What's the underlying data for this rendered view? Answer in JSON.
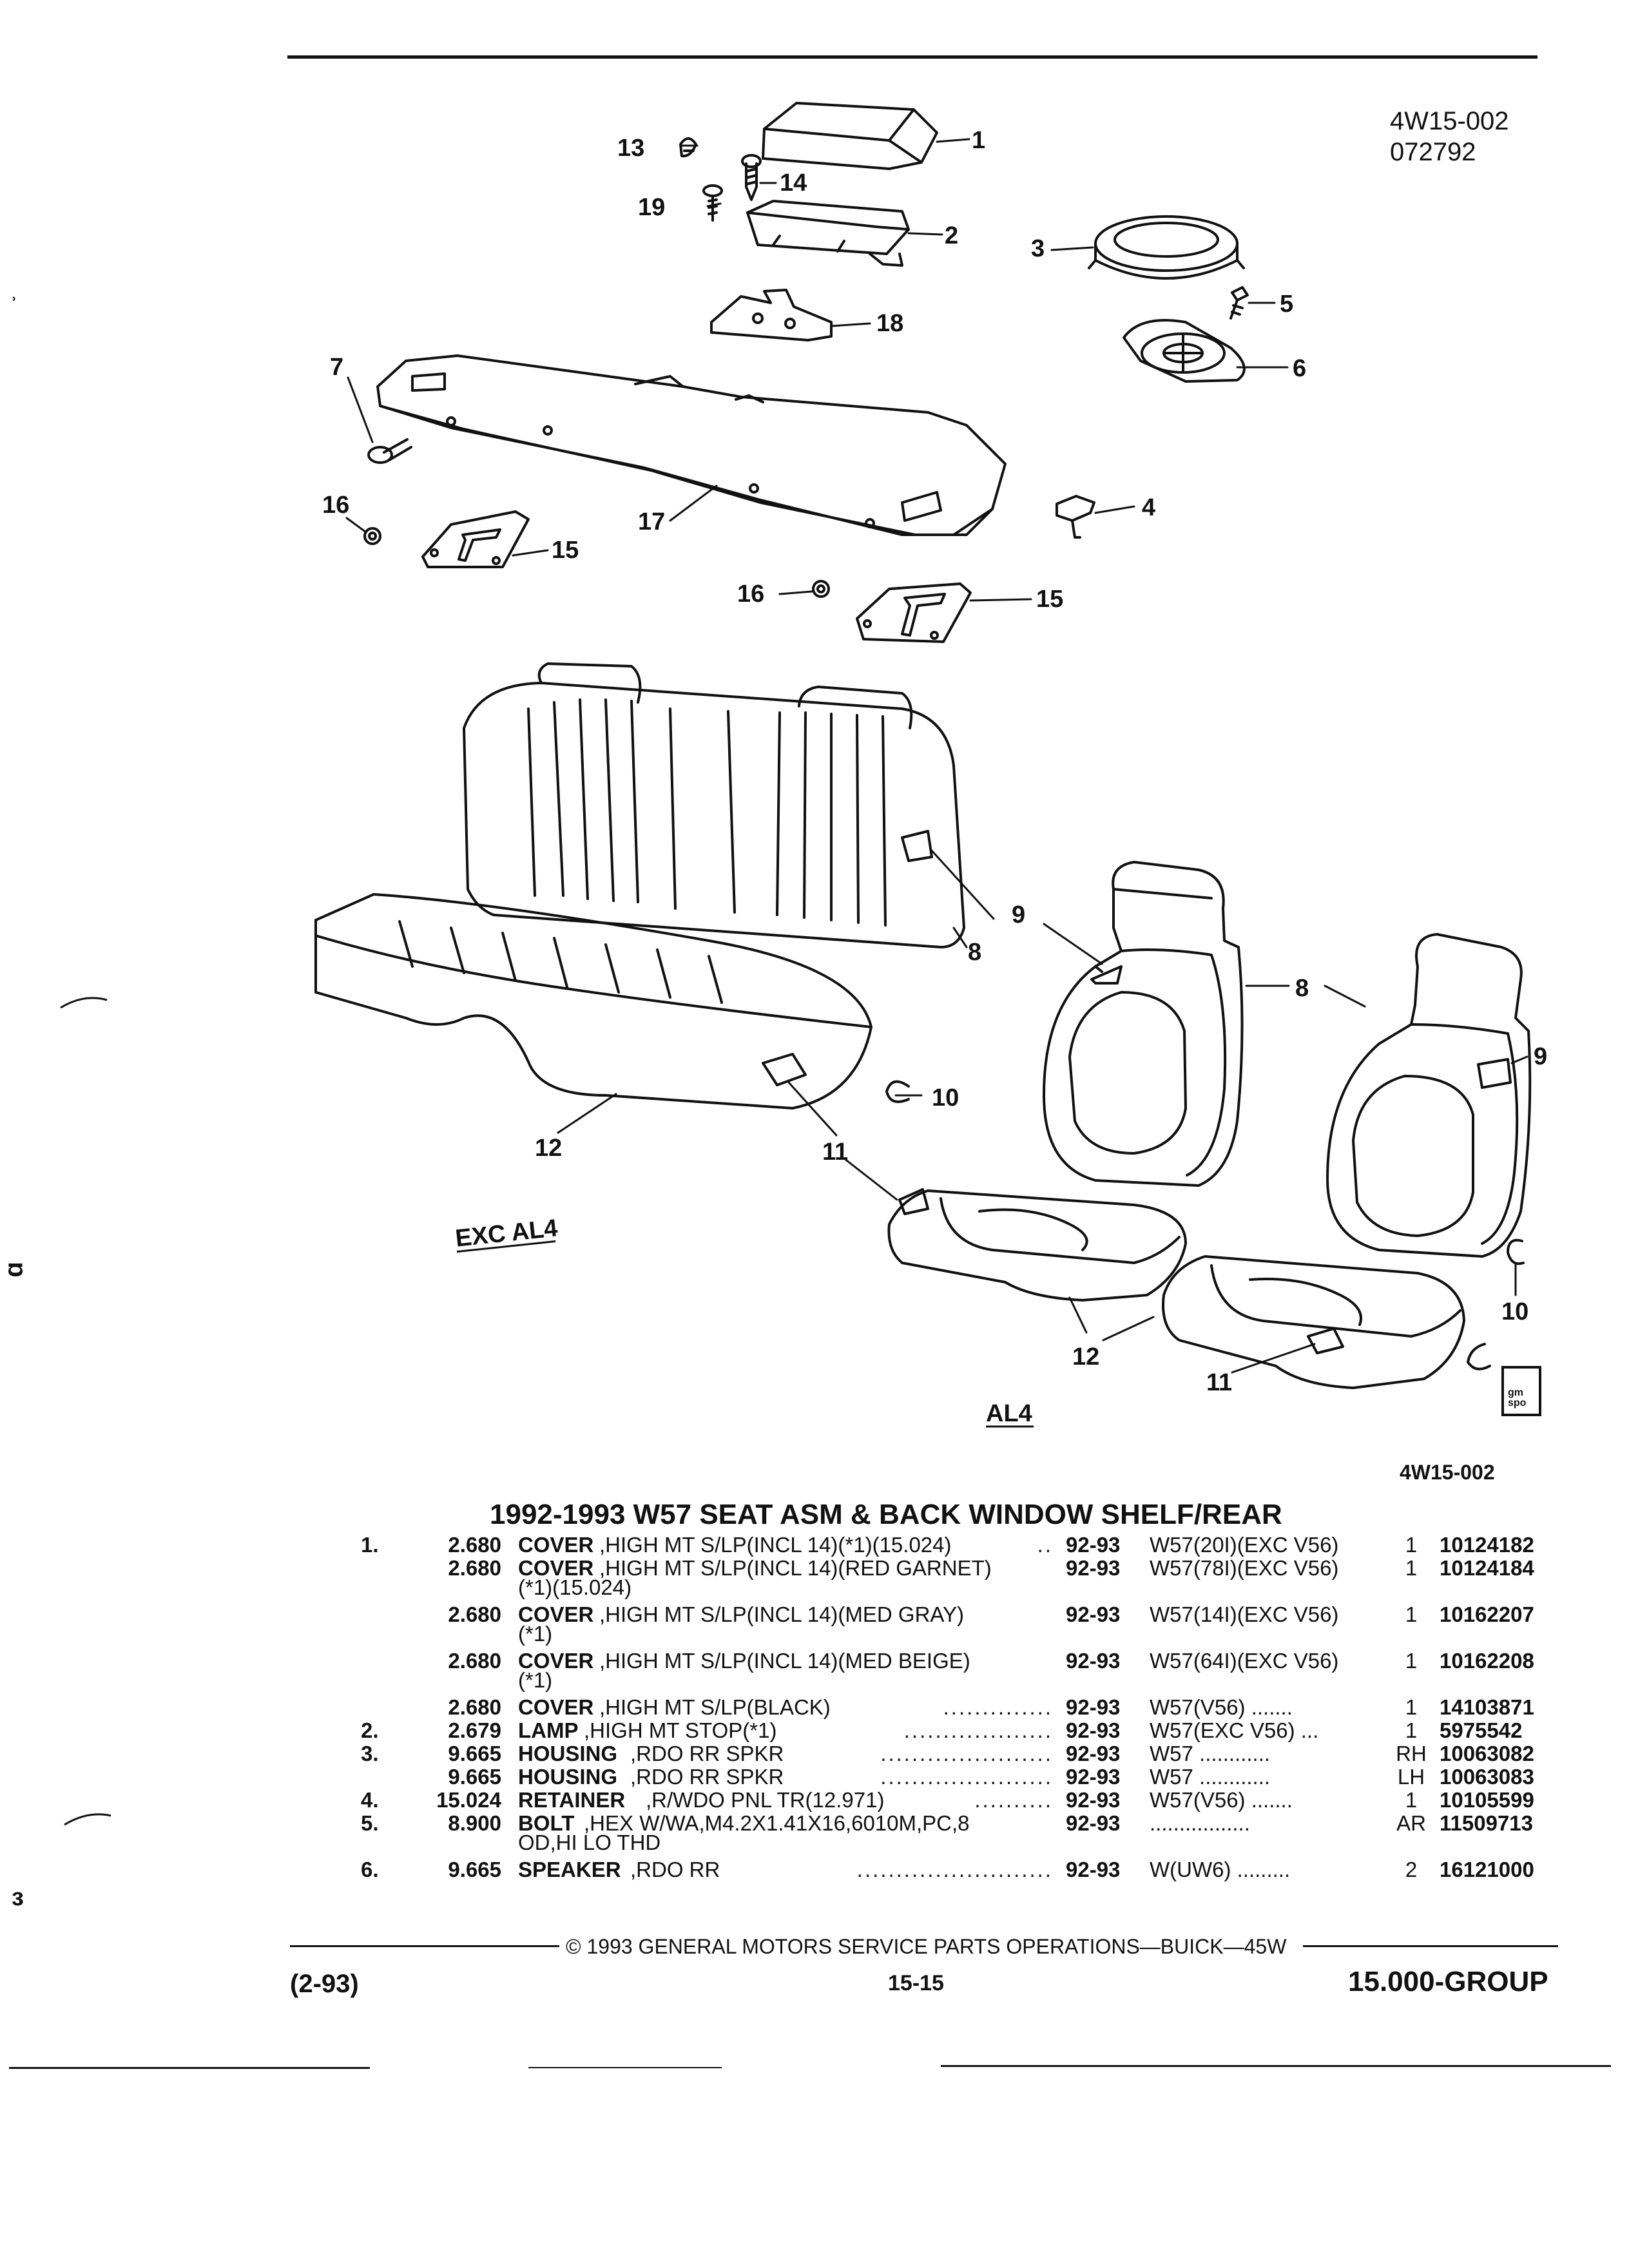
{
  "header": {
    "ref_code": "4W15-002",
    "ref_date": "072792"
  },
  "diagram": {
    "callouts": [
      "1",
      "2",
      "3",
      "4",
      "5",
      "6",
      "7",
      "8",
      "9",
      "10",
      "11",
      "12",
      "13",
      "14",
      "15",
      "16",
      "17",
      "18",
      "19"
    ],
    "labels": {
      "exc_al4": "EXC AL4",
      "al4": "AL4"
    },
    "figure_ref": "4W15-002",
    "logo_text": [
      "gm",
      "spo"
    ]
  },
  "parts_list": {
    "title": "1992-1993 W57 SEAT ASM & BACK WINDOW SHELF/REAR",
    "rows": [
      {
        "item": "1.",
        "section": "2.680",
        "name": "COVER",
        "desc": ",HIGH MT S/LP(INCL 14)(*1)(15.024)",
        "leader": "..",
        "years": "92-93",
        "option": "W57(20I)(EXC V56)",
        "qty": "1",
        "part": "10124182"
      },
      {
        "item": "",
        "section": "2.680",
        "name": "COVER",
        "desc": ",HIGH MT S/LP(INCL 14)(RED GARNET)",
        "leader": "",
        "years": "92-93",
        "option": "W57(78I)(EXC V56)",
        "qty": "1",
        "part": "10124184",
        "cont": "(*1)(15.024)"
      },
      {
        "item": "",
        "section": "2.680",
        "name": "COVER",
        "desc": ",HIGH MT S/LP(INCL 14)(MED GRAY)",
        "leader": "",
        "years": "92-93",
        "option": "W57(14I)(EXC V56)",
        "qty": "1",
        "part": "10162207",
        "cont": "(*1)"
      },
      {
        "item": "",
        "section": "2.680",
        "name": "COVER",
        "desc": ",HIGH MT S/LP(INCL 14)(MED BEIGE)",
        "leader": "",
        "years": "92-93",
        "option": "W57(64I)(EXC V56)",
        "qty": "1",
        "part": "10162208",
        "cont": "(*1)"
      },
      {
        "item": "",
        "section": "2.680",
        "name": "COVER",
        "desc": ",HIGH MT S/LP(BLACK)",
        "leader": "..............",
        "years": "92-93",
        "option": "W57(V56)  .......",
        "qty": "1",
        "part": "14103871"
      },
      {
        "item": "2.",
        "section": "2.679",
        "name": "LAMP",
        "desc": ",HIGH MT STOP(*1)",
        "leader": "...................",
        "years": "92-93",
        "option": "W57(EXC V56)  ...",
        "qty": "1",
        "part": "5975542"
      },
      {
        "item": "3.",
        "section": "9.665",
        "name": "HOUSING",
        "desc": ",RDO RR SPKR",
        "leader": "......................",
        "years": "92-93",
        "option": "W57  ............",
        "qty": "RH",
        "part": "10063082"
      },
      {
        "item": "",
        "section": "9.665",
        "name": "HOUSING",
        "desc": ",RDO RR SPKR",
        "leader": "......................",
        "years": "92-93",
        "option": "W57  ............",
        "qty": "LH",
        "part": "10063083"
      },
      {
        "item": "4.",
        "section": "15.024",
        "name": "RETAINER",
        "desc": ",R/WDO PNL TR(12.971)",
        "leader": "..........",
        "years": "92-93",
        "option": "W57(V56)  .......",
        "qty": "1",
        "part": "10105599"
      },
      {
        "item": "5.",
        "section": "8.900",
        "name": "BOLT",
        "desc": ",HEX W/WA,M4.2X1.41X16,6010M,PC,8",
        "leader": "",
        "years": "92-93",
        "option": ".................",
        "qty": "AR",
        "part": "11509713",
        "cont": "OD,HI LO THD"
      },
      {
        "item": "6.",
        "section": "9.665",
        "name": "SPEAKER",
        "desc": ",RDO RR",
        "leader": ".........................",
        "years": "92-93",
        "option": "W(UW6)  .........",
        "qty": "2",
        "part": "16121000"
      }
    ]
  },
  "footer": {
    "copyright": "© 1993 GENERAL MOTORS SERVICE PARTS OPERATIONS—BUICK—45W",
    "date": "(2-93)",
    "page": "15-15",
    "group": "15.000-GROUP"
  }
}
